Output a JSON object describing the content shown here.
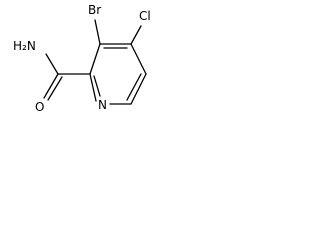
{
  "molecule": {
    "atoms": {
      "br": "Br",
      "cl": "Cl",
      "nh2": "H₂N",
      "o": "O",
      "n": "N"
    }
  }
}
